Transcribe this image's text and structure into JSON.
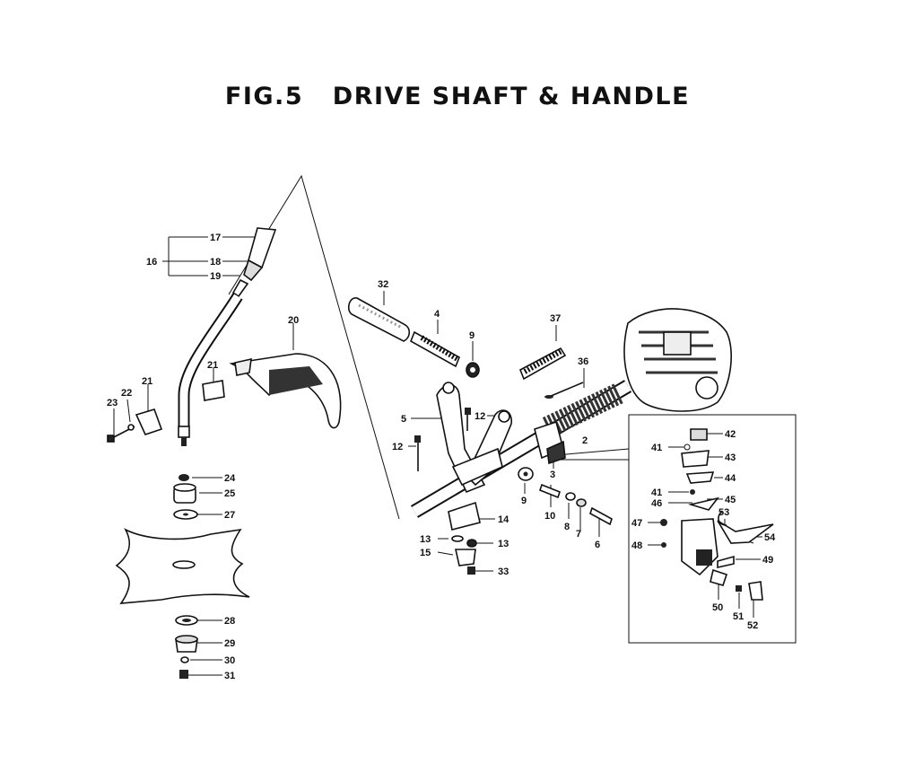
{
  "figure": {
    "title": "FIG.5   DRIVE SHAFT & HANDLE"
  },
  "callouts": [
    {
      "id": "17",
      "text": "17"
    },
    {
      "id": "16",
      "text": "16"
    },
    {
      "id": "18",
      "text": "18"
    },
    {
      "id": "19",
      "text": "19"
    },
    {
      "id": "20",
      "text": "20"
    },
    {
      "id": "21a",
      "text": "21"
    },
    {
      "id": "21b",
      "text": "21"
    },
    {
      "id": "22",
      "text": "22"
    },
    {
      "id": "23",
      "text": "23"
    },
    {
      "id": "24",
      "text": "24"
    },
    {
      "id": "25",
      "text": "25"
    },
    {
      "id": "27",
      "text": "27"
    },
    {
      "id": "28",
      "text": "28"
    },
    {
      "id": "29",
      "text": "29"
    },
    {
      "id": "30",
      "text": "30"
    },
    {
      "id": "31",
      "text": "31"
    },
    {
      "id": "32",
      "text": "32"
    },
    {
      "id": "4",
      "text": "4"
    },
    {
      "id": "9a",
      "text": "9"
    },
    {
      "id": "37",
      "text": "37"
    },
    {
      "id": "36",
      "text": "36"
    },
    {
      "id": "5",
      "text": "5"
    },
    {
      "id": "12a",
      "text": "12"
    },
    {
      "id": "12b",
      "text": "12"
    },
    {
      "id": "2",
      "text": "2"
    },
    {
      "id": "3",
      "text": "3"
    },
    {
      "id": "9b",
      "text": "9"
    },
    {
      "id": "10",
      "text": "10"
    },
    {
      "id": "8",
      "text": "8"
    },
    {
      "id": "7",
      "text": "7"
    },
    {
      "id": "6",
      "text": "6"
    },
    {
      "id": "14",
      "text": "14"
    },
    {
      "id": "13a",
      "text": "13"
    },
    {
      "id": "13b",
      "text": "13"
    },
    {
      "id": "15",
      "text": "15"
    },
    {
      "id": "33",
      "text": "33"
    },
    {
      "id": "42",
      "text": "42"
    },
    {
      "id": "41a",
      "text": "41"
    },
    {
      "id": "43",
      "text": "43"
    },
    {
      "id": "44",
      "text": "44"
    },
    {
      "id": "41b",
      "text": "41"
    },
    {
      "id": "45",
      "text": "45"
    },
    {
      "id": "46",
      "text": "46"
    },
    {
      "id": "53",
      "text": "53"
    },
    {
      "id": "47",
      "text": "47"
    },
    {
      "id": "54",
      "text": "54"
    },
    {
      "id": "48",
      "text": "48"
    },
    {
      "id": "49",
      "text": "49"
    },
    {
      "id": "50",
      "text": "50"
    },
    {
      "id": "51",
      "text": "51"
    },
    {
      "id": "52",
      "text": "52"
    }
  ]
}
